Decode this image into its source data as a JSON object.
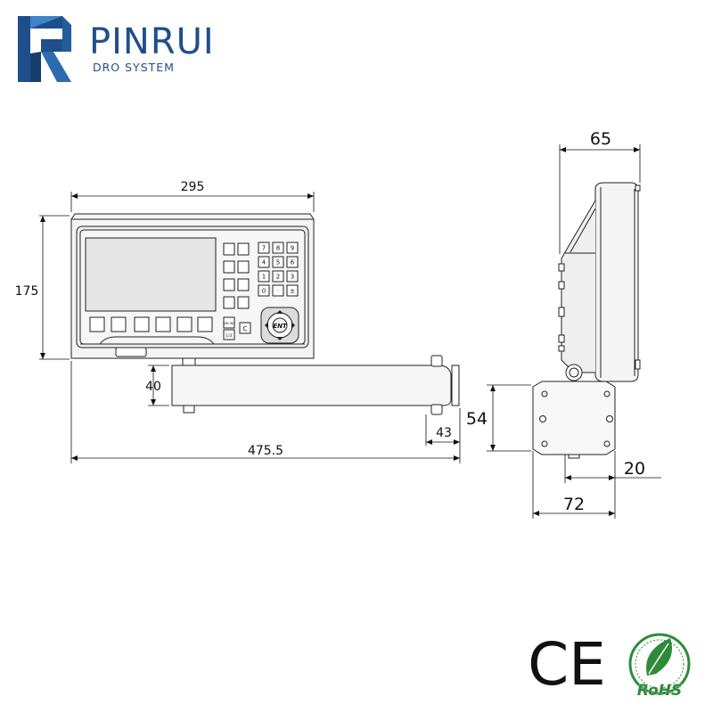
{
  "brand": {
    "name": "PINRUI",
    "tagline": "DRO SYSTEM",
    "primary_color": "#1f4f8b",
    "accent_color": "#3e86c6"
  },
  "dimensions": {
    "width": "295",
    "height": "175",
    "arm_height": "40",
    "arm_offset": "43",
    "total_length": "475.5",
    "side_depth": "65",
    "bracket_height": "54",
    "bracket_width": "72",
    "bracket_offset": "20"
  },
  "keypad": {
    "digits": [
      "7",
      "8",
      "9",
      "4",
      "5",
      "6",
      "1",
      "2",
      "3",
      "0",
      "·",
      "±"
    ],
    "enter": "ENT",
    "clear": "C",
    "abs_inc": "ABS\nINC",
    "half": "1/2"
  },
  "certifications": {
    "ce": "CE",
    "rohs": "RoHS",
    "rohs_color": "#2e8b3a"
  }
}
